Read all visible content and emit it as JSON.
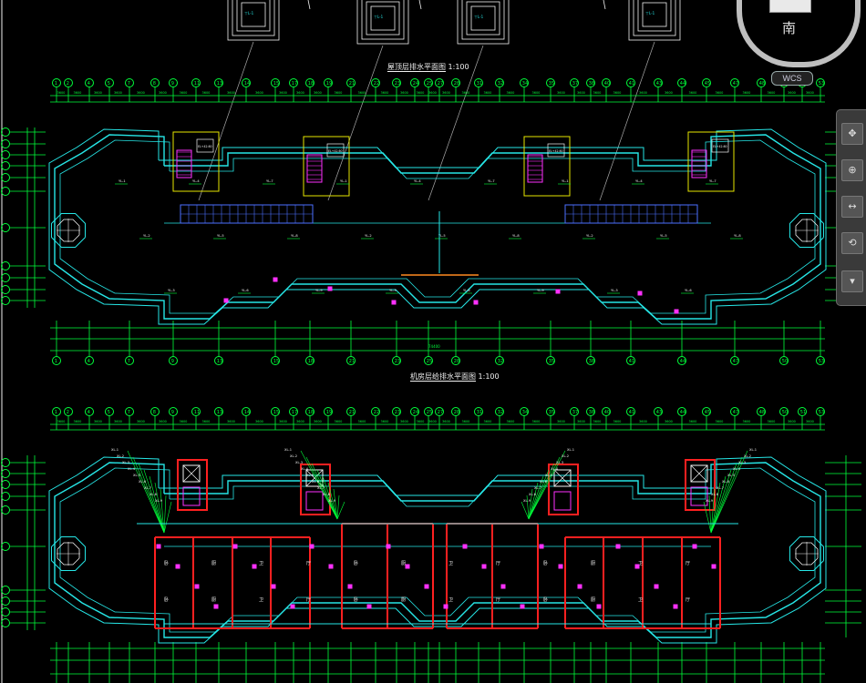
{
  "drawing": {
    "plan_top_title": "屋顶层排水平面图",
    "plan_mid_title": "机房层给排水平面图",
    "plan_scale": "1:100",
    "bottom_scale": "1:100",
    "axis_labels": [
      "1",
      "2",
      "4",
      "5",
      "7",
      "8",
      "9",
      "11",
      "13",
      "14",
      "15",
      "17",
      "18",
      "19",
      "21",
      "22",
      "23",
      "24",
      "25",
      "27",
      "28",
      "31",
      "32",
      "34",
      "35",
      "37",
      "38",
      "40",
      "41",
      "43",
      "44",
      "45",
      "47",
      "48",
      "50",
      "51",
      "53",
      "54"
    ]
  },
  "viewcube": {
    "south_label": "南",
    "wcs_label": "WCS"
  },
  "navbar": {
    "buttons": [
      "✥",
      "⊕",
      "↔",
      "⟲",
      "▾"
    ]
  },
  "colors": {
    "background": "#000000",
    "axis_green": "#00ff3a",
    "wall_cyan": "#26e6e6",
    "red": "#ff2020",
    "magenta": "#ff30ff",
    "yellow": "#e6e600",
    "white": "#f2f2f2",
    "blue": "#4d70ff"
  }
}
